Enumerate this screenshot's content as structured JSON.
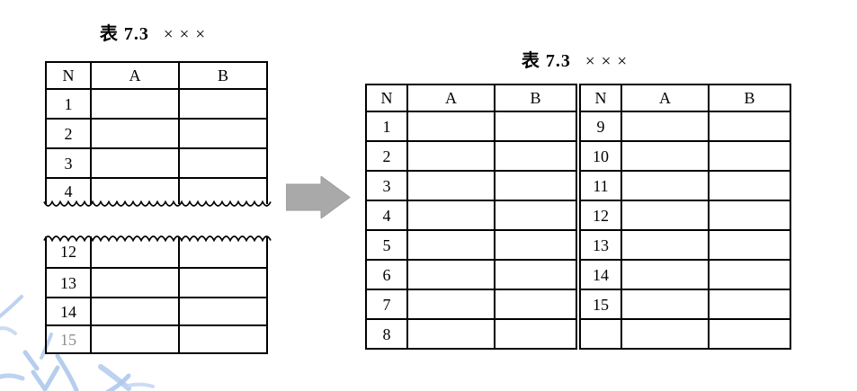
{
  "figure": {
    "left_fragment": {
      "title": {
        "label": "表 7.3",
        "placeholder_marks": "×××"
      },
      "columns": [
        "N",
        "A",
        "B"
      ],
      "top_rows": [
        "1",
        "2",
        "3",
        "4"
      ],
      "bottom_rows": [
        "12",
        "13",
        "14",
        "15"
      ]
    },
    "arrow": {
      "direction": "right"
    },
    "right_table": {
      "title": {
        "label": "表 7.3",
        "placeholder_marks": "×××"
      },
      "first_half": {
        "columns": [
          "N",
          "A",
          "B"
        ],
        "rows": [
          "1",
          "2",
          "3",
          "4",
          "5",
          "6",
          "7",
          "8"
        ]
      },
      "second_half": {
        "columns": [
          "N",
          "A",
          "B"
        ],
        "rows": [
          "9",
          "10",
          "11",
          "12",
          "13",
          "14",
          "15",
          ""
        ]
      }
    },
    "colors": {
      "border": "#000000",
      "arrow": "#a9a9a9",
      "watermark": "#b5cdee",
      "background": "#ffffff"
    }
  }
}
